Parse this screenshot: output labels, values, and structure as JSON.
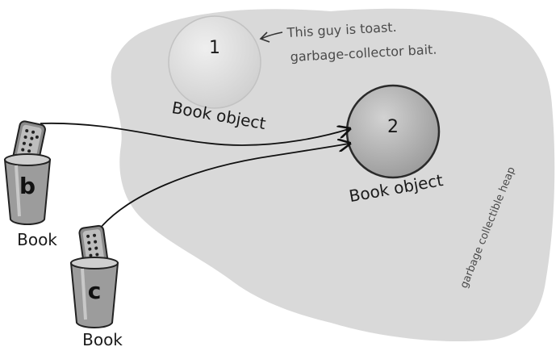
{
  "heap": {
    "label": "garbage collectible heap",
    "fill_color": "#d9d9d9"
  },
  "objects": [
    {
      "number": "1",
      "label": "Book object",
      "status": "unreferenced",
      "fill_color": "#dcdcdc"
    },
    {
      "number": "2",
      "label": "Book object",
      "status": "referenced",
      "fill_color": "#b5b5b5"
    }
  ],
  "references": [
    {
      "var": "b",
      "type_label": "Book",
      "points_to": "2"
    },
    {
      "var": "c",
      "type_label": "Book",
      "points_to": "2"
    }
  ],
  "annotation": {
    "line1": "This guy is toast.",
    "line2": "garbage-collector bait."
  },
  "icons": [
    "remote-control-icon",
    "cup-icon",
    "arrow-icon"
  ]
}
